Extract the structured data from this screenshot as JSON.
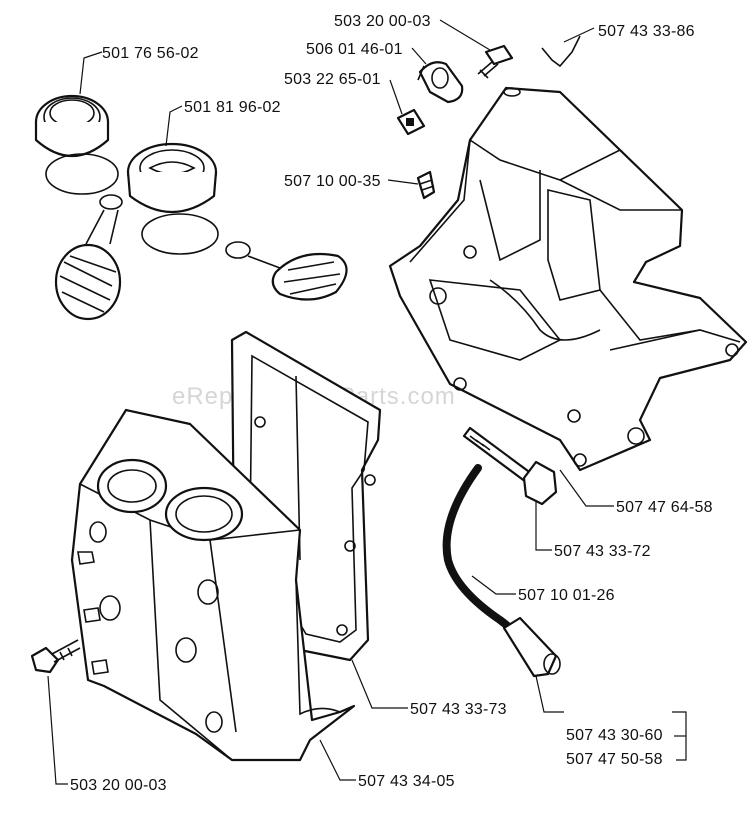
{
  "watermark": "eReplacementParts.com",
  "labels": {
    "p503200003_top": "503 20 00-03",
    "p507433386": "507 43 33-86",
    "p506014601": "506 01 46-01",
    "p501765602": "501 76 56-02",
    "p503226501": "503 22 65-01",
    "p501819602": "501 81 96-02",
    "p507100035": "507 10 00-35",
    "p507476458": "507 47 64-58",
    "p507433372": "507 43 33-72",
    "p507100126": "507 10 01-26",
    "p507433373": "507 43 33-73",
    "p507433060": "507 43 30-60",
    "p507475058": "507 47 50-58",
    "p503200003_bottom": "503 20 00-03",
    "p507433405": "507 43 34-05"
  }
}
